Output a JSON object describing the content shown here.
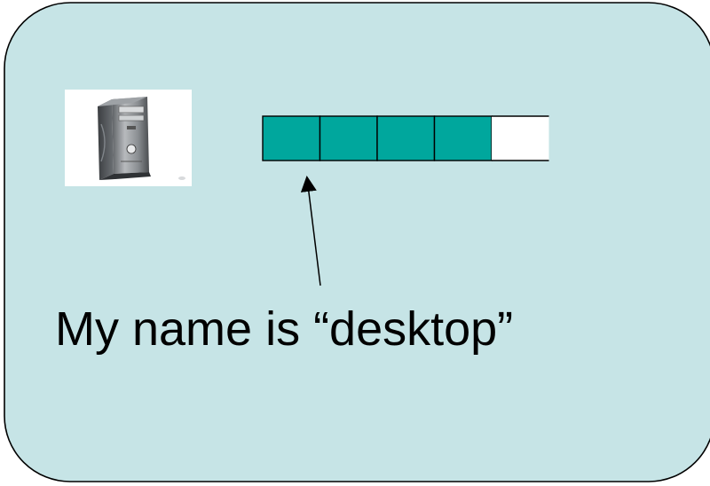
{
  "caption": "My name is “desktop”",
  "colors": {
    "panel_fill": "#c6e4e6",
    "panel_stroke": "#000000",
    "cell_fill": "#00a79d",
    "cell_stroke": "#000000",
    "empty_cell_fill": "#ffffff"
  },
  "icons": {
    "computer": "desktop-computer-tower-icon"
  },
  "queue": {
    "total_cells": 5,
    "filled_cells": 4
  }
}
